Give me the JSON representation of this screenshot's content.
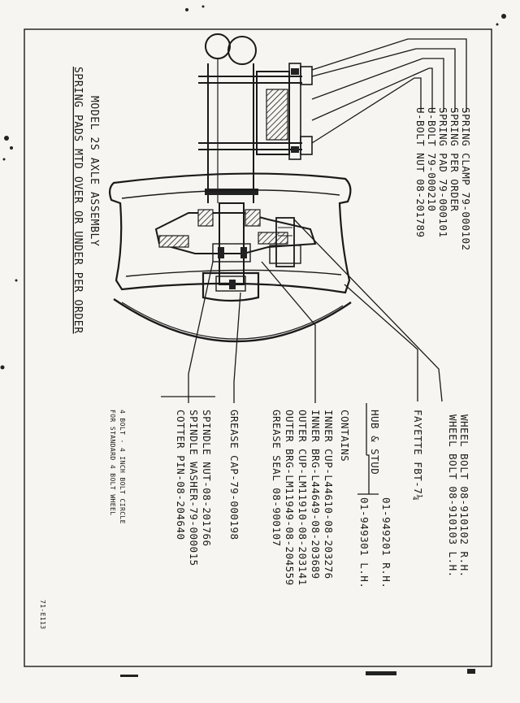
{
  "callouts_top": [
    "SPRING CLAMP 79-000102",
    "SPRING PER ORDER",
    "SPRING PAD 79-000101",
    "U-BOLT 79-000210",
    "U-BOLT NUT 08-201789"
  ],
  "title": {
    "line1": "MODEL 2S AXLE ASSEMBLY",
    "line2": "SPRING PADS MTD OVER OR UNDER PER ORDER"
  },
  "wheel_bolts": {
    "rh": "WHEEL BOLT 08-910102 R.H.",
    "lh": "WHEEL BOLT 08-910103 L.H."
  },
  "fayette": "FAYETTE FBT-7¼",
  "hub_stud": {
    "label": "HUB & STUD",
    "rh": "01-949201 R.H.",
    "lh": "01-949301 L.H."
  },
  "contains": {
    "heading": "CONTAINS",
    "items": [
      "INNER CUP-L44610-08-203276",
      "INNER BRG-L44649-08-203689",
      "OUTER CUP-LM11910-08-203141",
      "OUTER BRG-LM11949-08-204559",
      "GREASE SEAL 08-900107"
    ]
  },
  "grease_cap": "GREASE CAP-79-000198",
  "spindle": [
    "SPINDLE NUT-08-201766",
    "SPINDLE WASHER-79-000015",
    "COTTER PIN-08-204640"
  ],
  "note": {
    "line1": "4 BOLT - 4 INCH BOLT CIRCLE",
    "line2": "FOR STANDARD 4 BOLT WHEEL"
  },
  "page_code": "71-E113"
}
